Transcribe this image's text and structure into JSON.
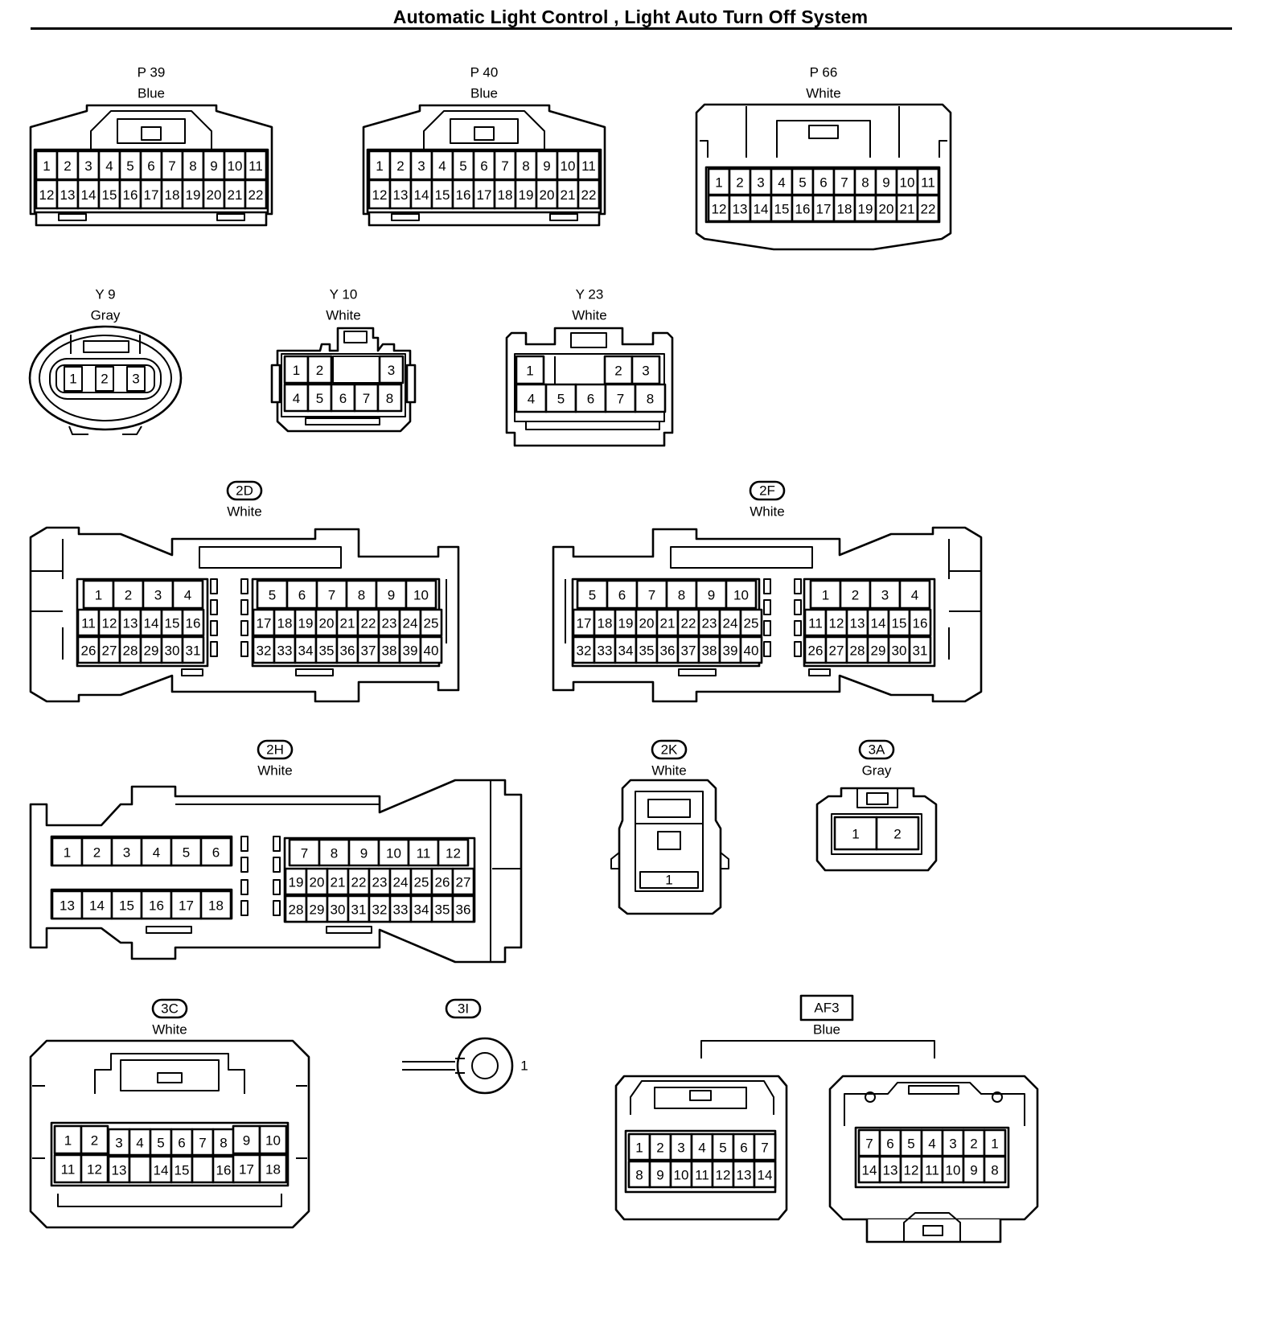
{
  "title": "Automatic Light Control , Light Auto Turn Off System",
  "connectors": [
    {
      "id": "P 39",
      "color": "Blue",
      "tag": "plain"
    },
    {
      "id": "P 40",
      "color": "Blue",
      "tag": "plain"
    },
    {
      "id": "P 66",
      "color": "White",
      "tag": "plain"
    },
    {
      "id": "Y 9",
      "color": "Gray",
      "tag": "plain"
    },
    {
      "id": "Y 10",
      "color": "White",
      "tag": "plain"
    },
    {
      "id": "Y 23",
      "color": "White",
      "tag": "plain"
    },
    {
      "id": "2D",
      "color": "White",
      "tag": "oval"
    },
    {
      "id": "2F",
      "color": "White",
      "tag": "oval"
    },
    {
      "id": "2H",
      "color": "White",
      "tag": "oval"
    },
    {
      "id": "2K",
      "color": "White",
      "tag": "oval"
    },
    {
      "id": "3A",
      "color": "Gray",
      "tag": "oval"
    },
    {
      "id": "3C",
      "color": "White",
      "tag": "oval"
    },
    {
      "id": "3I",
      "color": "",
      "tag": "oval"
    },
    {
      "id": "AF3",
      "color": "Blue",
      "tag": "box"
    }
  ]
}
